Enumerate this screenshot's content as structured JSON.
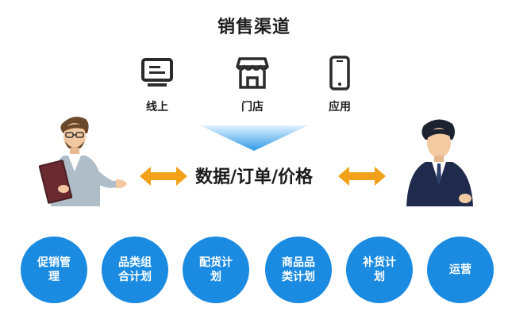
{
  "title": "销售渠道",
  "channels": [
    {
      "label": "线上",
      "icon": "monitor-icon"
    },
    {
      "label": "门店",
      "icon": "store-icon"
    },
    {
      "label": "应用",
      "icon": "smartphone-icon"
    }
  ],
  "center_text": "数据/订单/价格",
  "capabilities": [
    {
      "label": "促销管理"
    },
    {
      "label": "品类组合计划"
    },
    {
      "label": "配货计划"
    },
    {
      "label": "商品品类计划"
    },
    {
      "label": "补货计划"
    },
    {
      "label": "运营"
    }
  ],
  "colors": {
    "accent_blue": "#1a8be0",
    "arrow_orange": "#f2a219",
    "icon_dark": "#2b2b2b"
  }
}
